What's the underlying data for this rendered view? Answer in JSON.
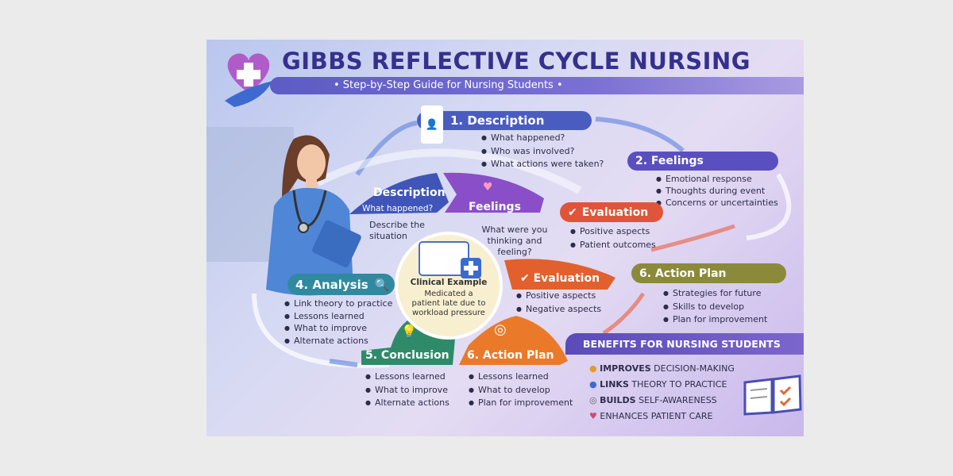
{
  "header": {
    "title": "GIBBS REFLECTIVE CYCLE NURSING",
    "subtitle": "• Step-by-Step Guide for Nursing Students •"
  },
  "outer_steps": [
    {
      "label": "1.  Description",
      "color": "#4a5cc0",
      "icon": "clipboard-person-icon",
      "bullets": [
        "What happened?",
        "Who was involved?",
        "What actions were taken?"
      ]
    },
    {
      "label": "2.  Feelings",
      "color": "#5a4fc0",
      "icon": "clipboard-person-icon",
      "bullets": [
        "Emotional response",
        "Thoughts during event",
        "Concerns or uncertainties"
      ]
    },
    {
      "label": "Evaluation",
      "color": "#e0553a",
      "icon": "checkmark-icon",
      "bullets": [
        "Positive aspects",
        "Patient outcomes"
      ]
    },
    {
      "label": "6.  Action Plan",
      "color": "#8a8a3a",
      "icon": "clipboard-person-icon",
      "bullets": [
        "Strategies for future",
        "Skills to develop",
        "Plan for improvement"
      ]
    },
    {
      "label": "4.  Analysis",
      "color": "#2f8aa0",
      "icon": "magnifier-icon",
      "bullets": [
        "Link theory to practice",
        "Lessons learned",
        "What to improve",
        "Alternate actions"
      ]
    }
  ],
  "inner_steps": [
    {
      "label": "Description",
      "color": "#3f55b8",
      "icon": "magnifier-icon",
      "bullets": [
        "What happened?",
        "Describe the situation"
      ]
    },
    {
      "label": "Feelings",
      "color": "#8a4fc8",
      "icon": "heart-icon",
      "bullets": [
        "What were you thinking and feeling?"
      ]
    },
    {
      "label": "Evaluation",
      "color": "#e2602e",
      "icon": "checkmark-icon",
      "bullets": [
        "Positive aspects",
        "Negative aspects"
      ]
    },
    {
      "label": "5. Conclusion",
      "color": "#2f8a6a",
      "icon": "lightbulb-icon",
      "bullets": [
        "Lessons learned",
        "What to improve",
        "Alternate actions"
      ]
    },
    {
      "label": "6. Action Plan",
      "color": "#ea7a2a",
      "icon": "target-icon",
      "bullets": [
        "Lessons learned",
        "What to develop",
        "Plan for improvement"
      ]
    }
  ],
  "center": {
    "title": "Clinical Example",
    "text": "Medicated a patient late due to workload pressure"
  },
  "benefits": {
    "title": "BENEFITS FOR NURSING STUDENTS",
    "items": [
      {
        "bold": "IMPROVES",
        "rest": " DECISION-MAKING",
        "icon": "lightbulb-icon"
      },
      {
        "bold": "LINKS",
        "rest": " THEORY TO PRACTICE",
        "icon": "badge-icon"
      },
      {
        "bold": "BUILDS",
        "rest": " SELF-AWARENESS",
        "icon": "search-person-icon"
      },
      {
        "bold": "",
        "rest": "ENHANCES PATIENT CARE",
        "icon": "heart-icon"
      }
    ]
  }
}
